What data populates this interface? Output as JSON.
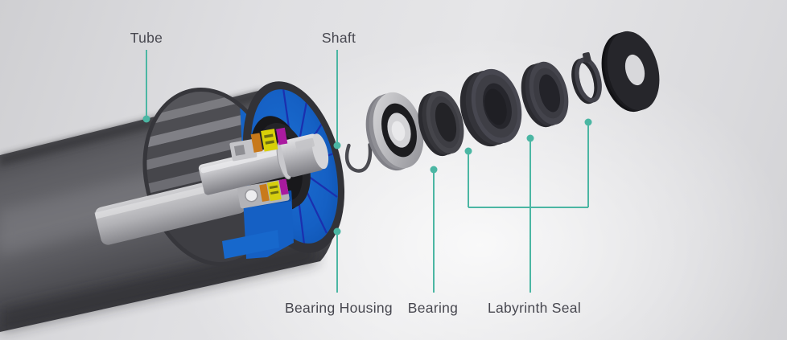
{
  "diagram": {
    "labels": {
      "tube": "Tube",
      "shaft": "Shaft",
      "bearing_housing": "Bearing Housing",
      "bearing": "Bearing",
      "labyrinth_seal": "Labyrinth Seal"
    },
    "accent_color": "#4bb6a3",
    "label_color": "#47474f",
    "part_colors": {
      "tube_gray": "#55555a",
      "housing_blue": "#1560c4",
      "shaft_silver": "#bcbcc0",
      "seal_dark": "#3c3c42",
      "background_light": "#e6e6e8"
    }
  }
}
